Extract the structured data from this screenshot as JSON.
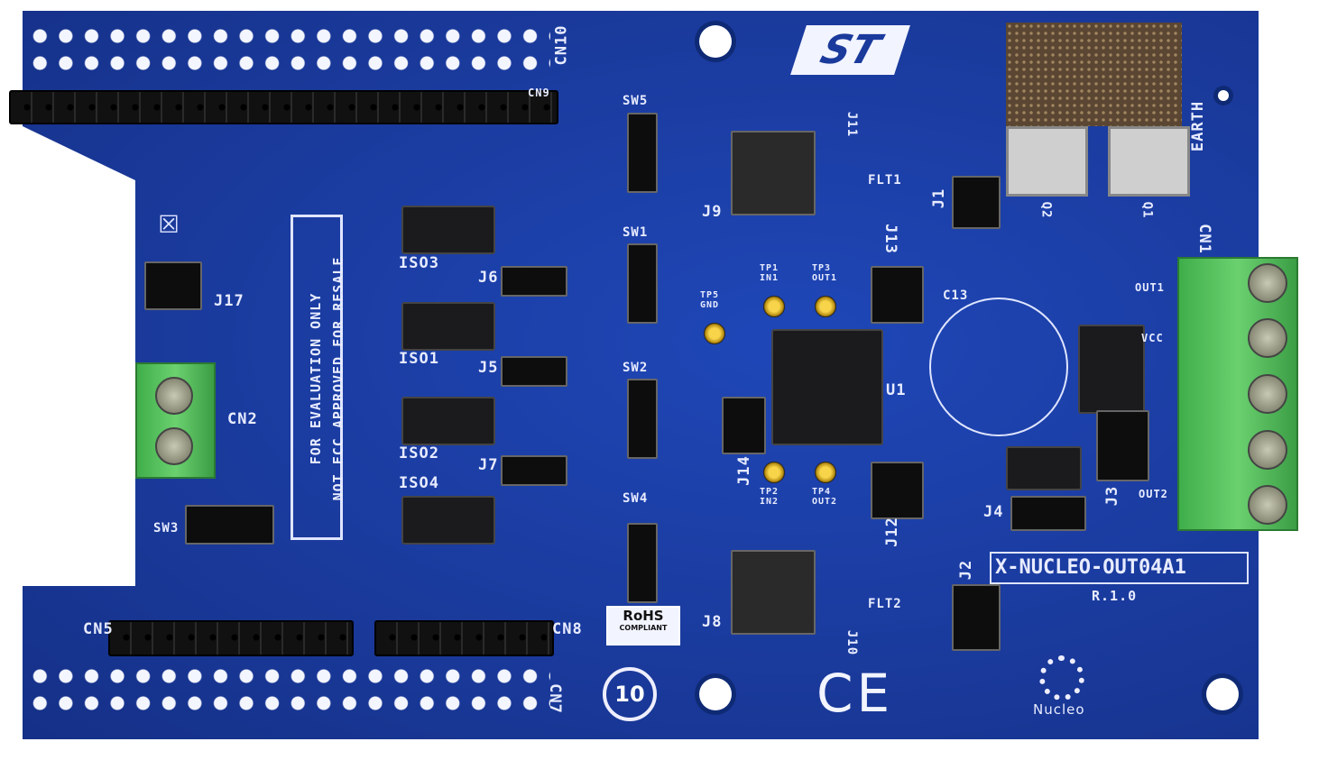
{
  "board": {
    "name": "X-NUCLEO-OUT04A1",
    "revision": "R.1.0",
    "notice_line1": "FOR EVALUATION ONLY",
    "notice_line2": "NOT FCC APPROVED FOR RESALE",
    "rohs_line1": "RoHS",
    "rohs_line2": "COMPLIANT",
    "nucleo_logo": "Nucleo",
    "st_logo": "ST",
    "ce_mark": "CE",
    "recycle_mark": "10",
    "earth": "EARTH",
    "colors": {
      "pcb": "#1a3a9c",
      "terminal": "#4fbf57",
      "silkscreen": "#e8ecff"
    }
  },
  "labels": [
    "CN10",
    "CN9",
    "CN8",
    "CN7",
    "CN1",
    "CN2",
    "CN5",
    "J17",
    "ISO3",
    "ISO1",
    "ISO2",
    "ISO4",
    "SW5",
    "SW1",
    "SW2",
    "SW4",
    "SW3",
    "U1",
    "TP1 IN1",
    "TP3 OUT1",
    "TP5 GND",
    "TP2 IN2",
    "TP4 OUT2",
    "J9",
    "J8",
    "J11",
    "FLT1",
    "J10",
    "FLT2",
    "J13",
    "J12",
    "J14",
    "J1",
    "J2",
    "J3",
    "J4",
    "J5",
    "J6",
    "J7",
    "C13",
    "Q2",
    "Q1",
    "OUT1",
    "VCC",
    "OUT2"
  ]
}
